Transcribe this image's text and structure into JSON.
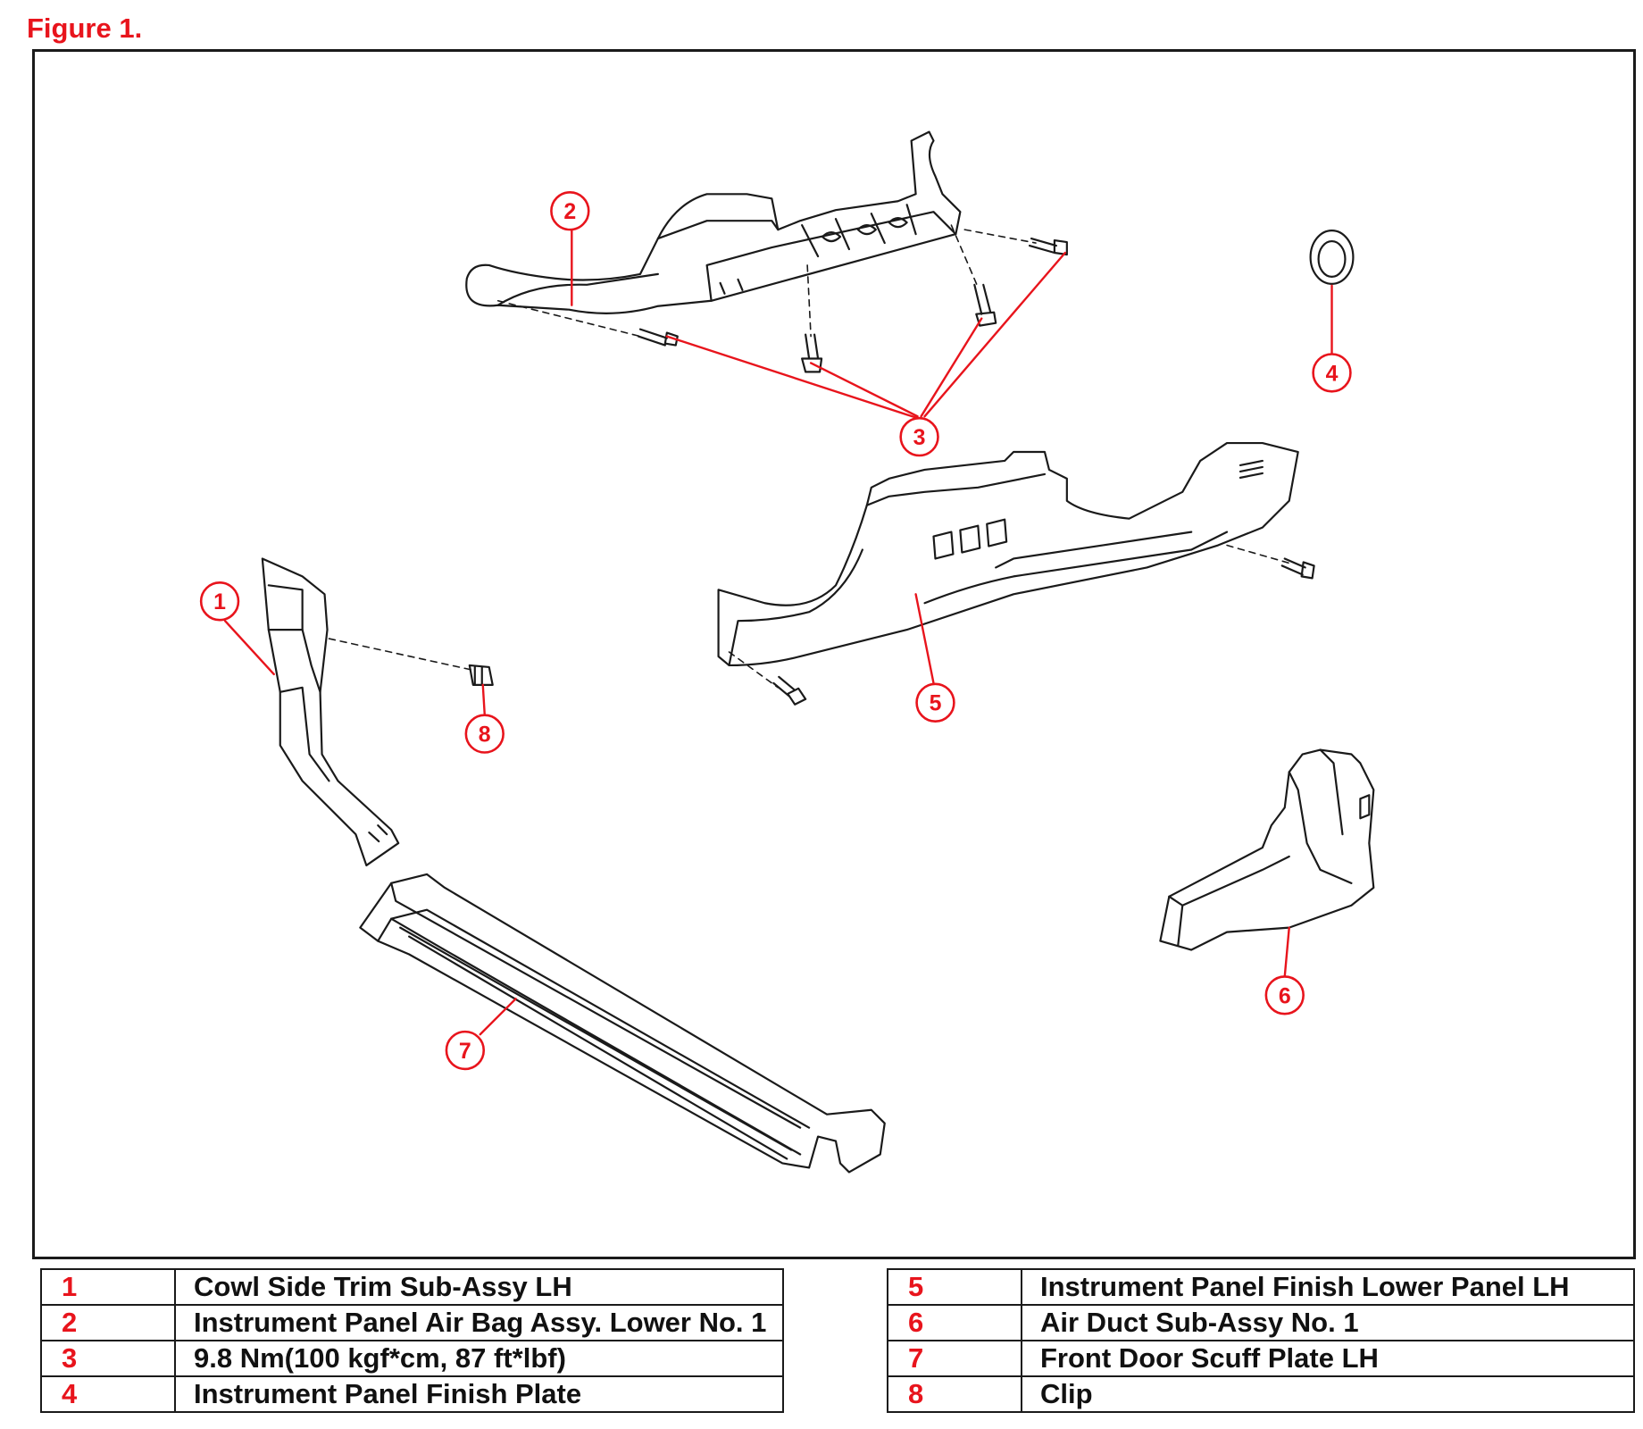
{
  "figure_title": "Figure 1.",
  "callouts": [
    {
      "number": "1"
    },
    {
      "number": "2"
    },
    {
      "number": "3"
    },
    {
      "number": "4"
    },
    {
      "number": "5"
    },
    {
      "number": "6"
    },
    {
      "number": "7"
    },
    {
      "number": "8"
    }
  ],
  "legend_left": [
    {
      "number": "1",
      "description": "Cowl Side Trim Sub-Assy LH"
    },
    {
      "number": "2",
      "description": "Instrument Panel Air Bag Assy. Lower No. 1"
    },
    {
      "number": "3",
      "description": "9.8 Nm(100 kgf*cm, 87 ft*lbf)"
    },
    {
      "number": "4",
      "description": "Instrument Panel Finish Plate"
    }
  ],
  "legend_right": [
    {
      "number": "5",
      "description": "Instrument Panel Finish Lower Panel LH"
    },
    {
      "number": "6",
      "description": "Air Duct Sub-Assy No. 1"
    },
    {
      "number": "7",
      "description": "Front Door Scuff Plate LH"
    },
    {
      "number": "8",
      "description": "Clip"
    }
  ],
  "colors": {
    "accent_red": "#e8141c",
    "line": "#1a1a1a"
  }
}
